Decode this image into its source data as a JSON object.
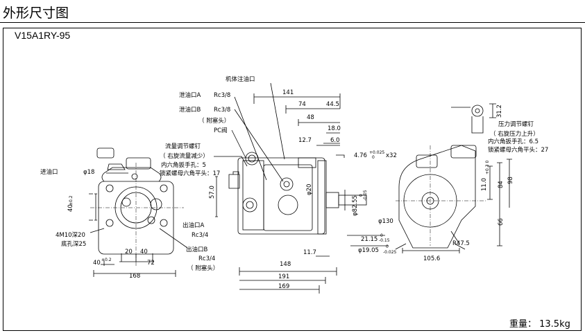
{
  "page_title": "外形尺寸图",
  "model": "V15A1RY-95",
  "weight": "重量： 13.5kg",
  "labels": {
    "fill_port": "机体注油口",
    "drain_a": "泄油口A",
    "drain_a_spec": "Rc3/8",
    "drain_b": "泄油口B",
    "drain_b_spec": "Rc3/8",
    "plug": "（ 附塞头）",
    "pc_valve": "PC阀",
    "flow_screw": "流量调节螺钉",
    "flow_screw_dir": "（ 右旋流量减少）",
    "hex_wrench_5": "内六角扳手孔：5",
    "lock_nut_17": "锁紧螺母六角平头：17",
    "inlet": "进油口",
    "outlet_a": "出油口A",
    "outlet_a_spec": "Rc3/4",
    "outlet_b": "出油口B",
    "outlet_b_spec": "Rc3/4",
    "outlet_plug": "（ 附塞头）",
    "thread_4m10": "4M10深20",
    "bottom_hole": "底孔深25",
    "pressure_screw": "压力调节螺钉",
    "pressure_dir": "（ 右旋压力上升）",
    "hex_wrench_6_5": "内六角扳手孔：6.5",
    "lock_nut_27": "锁紧螺母六角平头：27"
  },
  "dims": {
    "d141": "141",
    "d74": "74",
    "d44_5": "44.5",
    "d48": "48",
    "d18_0": "18.0",
    "d12_7": "12.7",
    "d6_0": "6.0",
    "key": "4.76",
    "key_tol_up": "+0.025",
    "key_tol_lo": "0",
    "key_len": "x32",
    "phi18": "φ18",
    "d40_tol": "40",
    "d40_tol_sup": "±0.2",
    "d57": "57.0",
    "phi20": "φ20",
    "phi82_55": "φ82.55",
    "phi82_tol_up": "0",
    "phi82_tol_lo": "-0.05",
    "phi130": "φ130",
    "d21_15": "21.15",
    "d21_tol_up": "0",
    "d21_tol_lo": "-0.15",
    "phi19_05": "φ19.05",
    "phi19_tol_up": "0",
    "phi19_tol_lo": "-0.025",
    "d11_7": "11.7",
    "d20": "20",
    "d40a": "40",
    "d72": "72",
    "d40b": "40",
    "d40b_sup": "±0.2",
    "d168": "168",
    "d148": "148",
    "d191": "191",
    "d169": "169",
    "d31_2": "31.2",
    "d11_0": "11.0",
    "d11_0_tol": "+0.3 0",
    "d84": "84",
    "d98": "98",
    "d66": "66",
    "r47_5": "R47.5",
    "d105_6": "105.6"
  }
}
